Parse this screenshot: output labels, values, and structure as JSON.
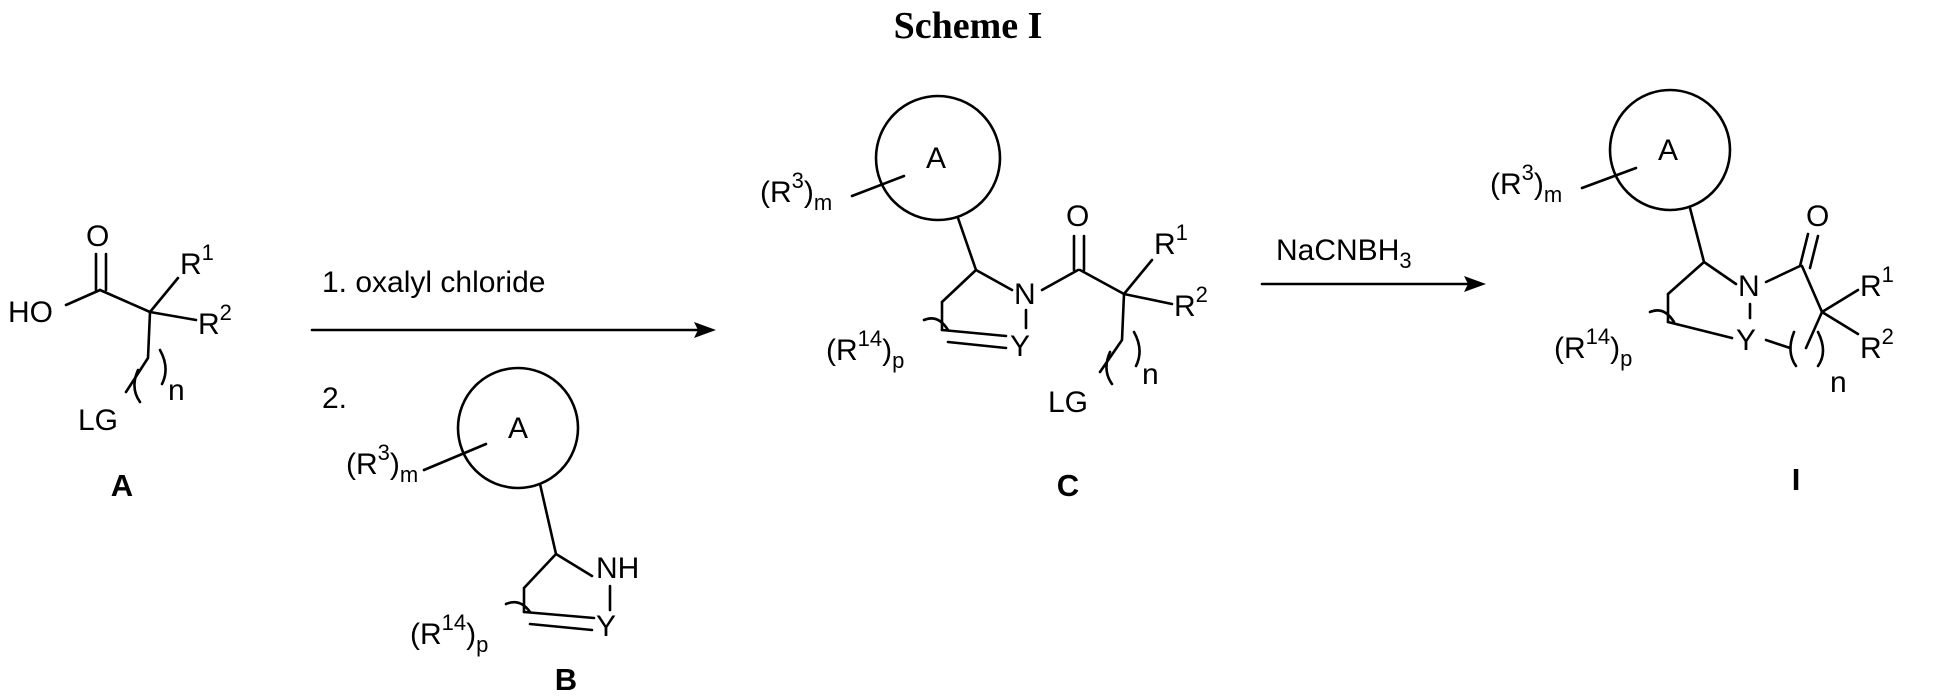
{
  "title": "Scheme I",
  "compounds": {
    "A": {
      "label": "A",
      "O": "O",
      "HO": "HO",
      "R1": "R",
      "R1_sup": "1",
      "R2": "R",
      "R2_sup": "2",
      "LG": "LG",
      "n": "n"
    },
    "B": {
      "label": "B",
      "ring": "A",
      "R3": "(R",
      "R3_sup": "3",
      "R3_close": ")",
      "R3_sub": "m",
      "NH": "NH",
      "Y": "Y",
      "R14": "(R",
      "R14_sup": "14",
      "R14_close": ")",
      "R14_sub": "p"
    },
    "C": {
      "label": "C",
      "ring": "A",
      "R3": "(R",
      "R3_sup": "3",
      "R3_close": ")",
      "R3_sub": "m",
      "N": "N",
      "O": "O",
      "Y": "Y",
      "R1": "R",
      "R1_sup": "1",
      "R2": "R",
      "R2_sup": "2",
      "LG": "LG",
      "n": "n",
      "R14": "(R",
      "R14_sup": "14",
      "R14_close": ")",
      "R14_sub": "p"
    },
    "I": {
      "label": "I",
      "ring": "A",
      "R3": "(R",
      "R3_sup": "3",
      "R3_close": ")",
      "R3_sub": "m",
      "N": "N",
      "O": "O",
      "Y": "Y",
      "R1": "R",
      "R1_sup": "1",
      "R2": "R",
      "R2_sup": "2",
      "n": "n",
      "R14": "(R",
      "R14_sup": "14",
      "R14_close": ")",
      "R14_sub": "p"
    }
  },
  "arrows": {
    "step1": {
      "label1": "1.  oxalyl chloride",
      "label2": "2."
    },
    "step2": {
      "label": "NaCNBH",
      "label_sub": "3"
    }
  }
}
